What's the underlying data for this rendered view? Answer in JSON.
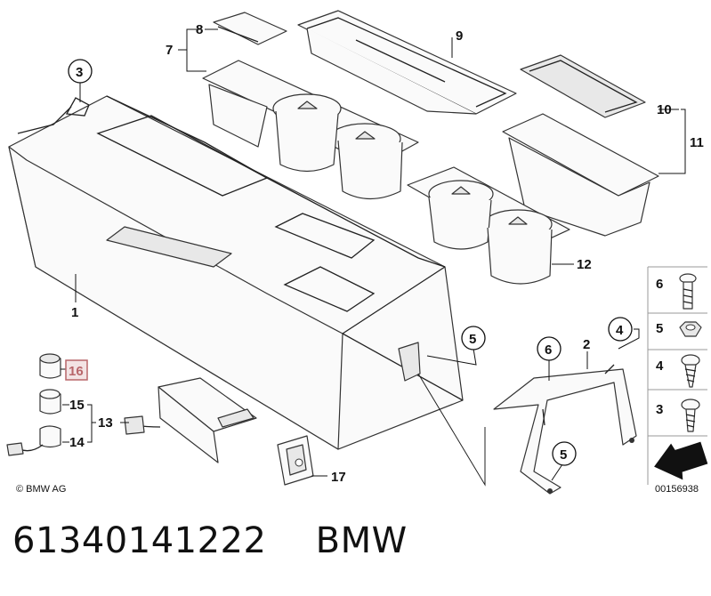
{
  "diagram": {
    "copyright": "© BMW AG",
    "image_code": "00156938",
    "callouts": [
      {
        "id": "c1",
        "label": "1"
      },
      {
        "id": "c2",
        "label": "2"
      },
      {
        "id": "c3",
        "label": "3",
        "circled": true
      },
      {
        "id": "c4",
        "label": "4",
        "circled": true
      },
      {
        "id": "c5a",
        "label": "5",
        "circled": true
      },
      {
        "id": "c5b",
        "label": "5",
        "circled": true
      },
      {
        "id": "c6",
        "label": "6",
        "circled": true
      },
      {
        "id": "c7",
        "label": "7"
      },
      {
        "id": "c8",
        "label": "8"
      },
      {
        "id": "c9",
        "label": "9"
      },
      {
        "id": "c10",
        "label": "10"
      },
      {
        "id": "c11",
        "label": "11"
      },
      {
        "id": "c12",
        "label": "12"
      },
      {
        "id": "c13",
        "label": "13"
      },
      {
        "id": "c14",
        "label": "14"
      },
      {
        "id": "c15",
        "label": "15"
      },
      {
        "id": "c16",
        "label": "16",
        "highlighted": true
      },
      {
        "id": "c17",
        "label": "17"
      }
    ],
    "fastener_legend": [
      {
        "label": "6",
        "part": "screw"
      },
      {
        "label": "5",
        "part": "nut"
      },
      {
        "label": "4",
        "part": "self-tapping-screw"
      },
      {
        "label": "3",
        "part": "screw"
      }
    ],
    "highlight_color": "#b8666a"
  },
  "footer": {
    "part_number": "61340141222",
    "brand": "BMW"
  }
}
